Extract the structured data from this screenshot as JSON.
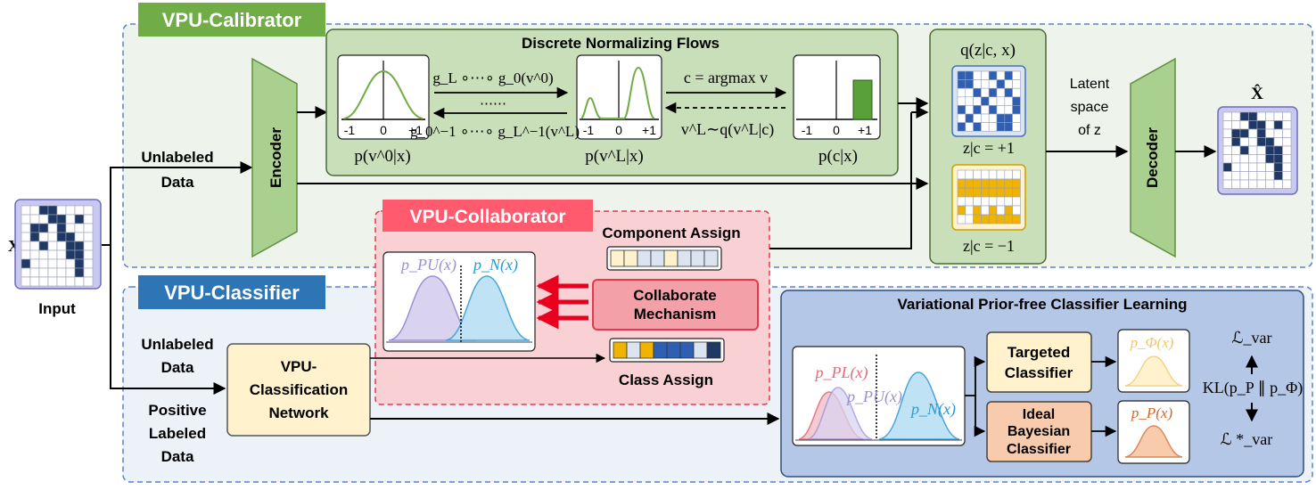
{
  "calibrator": {
    "title": "VPU-Calibrator",
    "flows_title": "Discrete Normalizing Flows",
    "encoder": "Encoder",
    "decoder": "Decoder",
    "forward_map": "g_L ∘⋯∘ g_0(v^0)",
    "dots": "⋯⋯",
    "inverse_map": "g_0^−1 ∘⋯∘ g_L^−1(v^L)",
    "argmax": "c = argmax v",
    "sample": "v^L∼q(v^L|c)",
    "p_v0": "p(v^0|x)",
    "p_vL": "p(v^L|x)",
    "p_c": "p(c|x)",
    "ticks": [
      "-1",
      "0",
      "+1"
    ],
    "q_label": "q(z|c, x)",
    "z_pos": "z|c = +1",
    "z_neg": "z|c = −1",
    "latent": [
      "Latent",
      "space",
      "of z"
    ],
    "x_hat": "X̂"
  },
  "input": {
    "var": "X",
    "label": "Input"
  },
  "unlabeled_top": [
    "Unlabeled",
    "Data"
  ],
  "collaborator": {
    "title": "VPU-Collaborator",
    "component_assign": "Component Assign",
    "mechanism": [
      "Collaborate",
      "Mechanism"
    ],
    "class_assign": "Class Assign",
    "p_pu": "p_PU(x)",
    "p_n": "p_N(x)"
  },
  "classifier": {
    "title": "VPU-Classifier",
    "unlabeled": [
      "Unlabeled",
      "Data"
    ],
    "positive": [
      "Positive",
      "Labeled",
      "Data"
    ],
    "network": [
      "VPU-",
      "Classification",
      "Network"
    ]
  },
  "prior_free": {
    "title": "Variational Prior-free Classifier Learning",
    "p_pl": "p_PL(x)",
    "p_pu": "p_PU(x)",
    "p_n": "p_N(x)",
    "targeted": [
      "Targeted",
      "Classifier"
    ],
    "ideal": [
      "Ideal",
      "Bayesian",
      "Classifier"
    ],
    "p_phi": "p_Φ(x)",
    "p_p": "p_P(x)",
    "l_var": "ℒ_var",
    "kl": "KL(p_P ∥ p_Φ)",
    "l_star": "ℒ *_var"
  },
  "colors": {
    "calibrator_tab": "#70ad47",
    "calibrator_bg": "#eef3ec",
    "flows_box": "#c9dfb9",
    "encoder": "#a9d08e",
    "collaborator_tab": "#ff5a6e",
    "collaborator_bg": "#f9d0d3",
    "classifier_tab": "#2e75b6",
    "classifier_bg": "#edf2f9",
    "prior_free_box": "#b4c7e7",
    "yellow_box": "#fff2cc",
    "orange_box": "#f8cbad",
    "matrix_fill": "#1f3864",
    "matrix_bg": "#c9c9f0",
    "blue_cell": "#2f5fb3",
    "gold_cell": "#f0b400"
  }
}
